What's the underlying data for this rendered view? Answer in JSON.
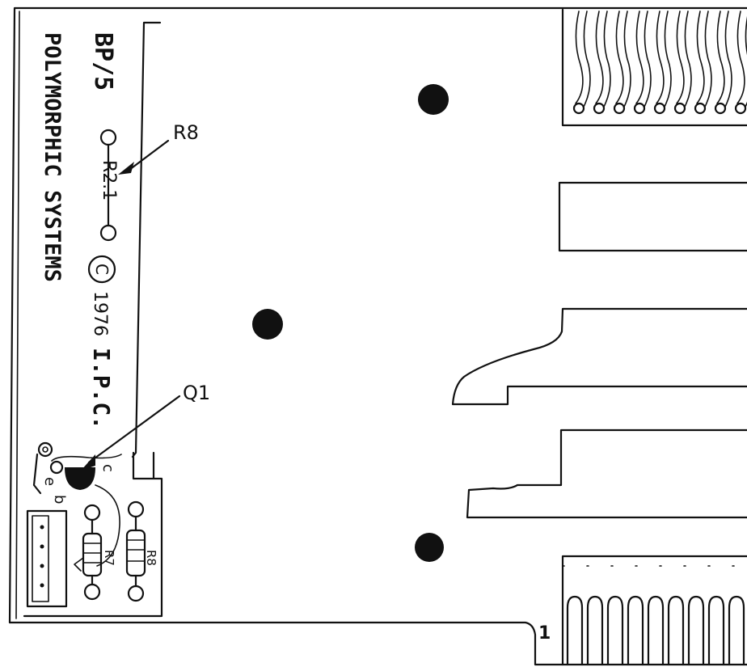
{
  "board": {
    "model": "BP/5",
    "manufacturer": "POLYMORPHIC SYSTEMS",
    "copyright_year": "1976",
    "copyright_holder": "I.P.C.",
    "copyright_symbol": "C",
    "resistor_silk_label": "R2.1",
    "pin_one_label": "1"
  },
  "callouts": {
    "resistor": "R8",
    "transistor": "Q1"
  },
  "transistor_pins": {
    "emitter": "e",
    "collector": "c",
    "base": "b"
  },
  "resistor_labels": {
    "left": "R7",
    "right": "R8"
  },
  "colors": {
    "ink": "#111111",
    "paper": "#ffffff"
  }
}
